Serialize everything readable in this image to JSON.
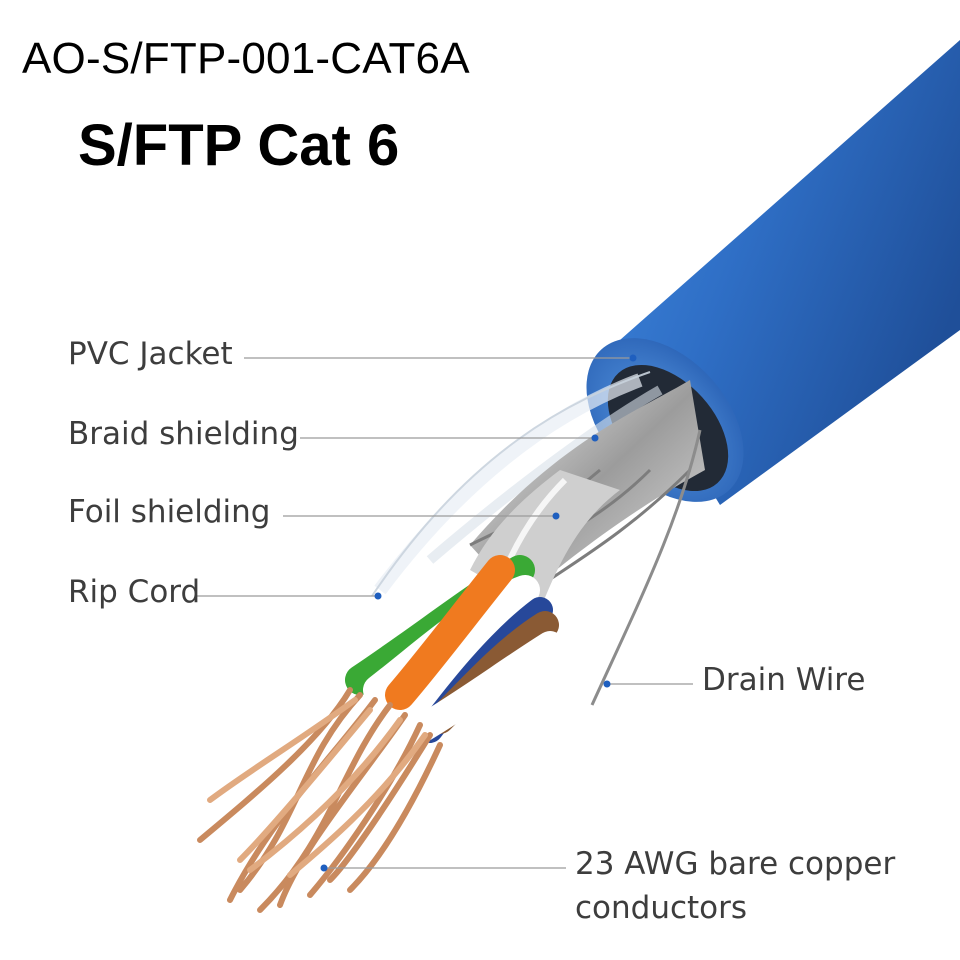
{
  "header": {
    "model_code": "AO-S/FTP-001-CAT6A",
    "product_title": "S/FTP Cat 6"
  },
  "labels": {
    "pvc_jacket": "PVC Jacket",
    "braid_shielding": "Braid shielding",
    "foil_shielding": "Foil shielding",
    "rip_cord": "Rip Cord",
    "drain_wire": "Drain Wire",
    "conductors_line1": "23 AWG bare copper",
    "conductors_line2": "conductors"
  },
  "colors": {
    "jacket_blue": "#2f6fc6",
    "copper": "#c98a5e",
    "orange_pair": "#f07a1f",
    "green_pair": "#3aa935",
    "brown_pair": "#8a5a34",
    "blue_pair": "#27489a",
    "foil_silver": "#b9b9b9",
    "leader_dot": "#1f5fbf"
  }
}
